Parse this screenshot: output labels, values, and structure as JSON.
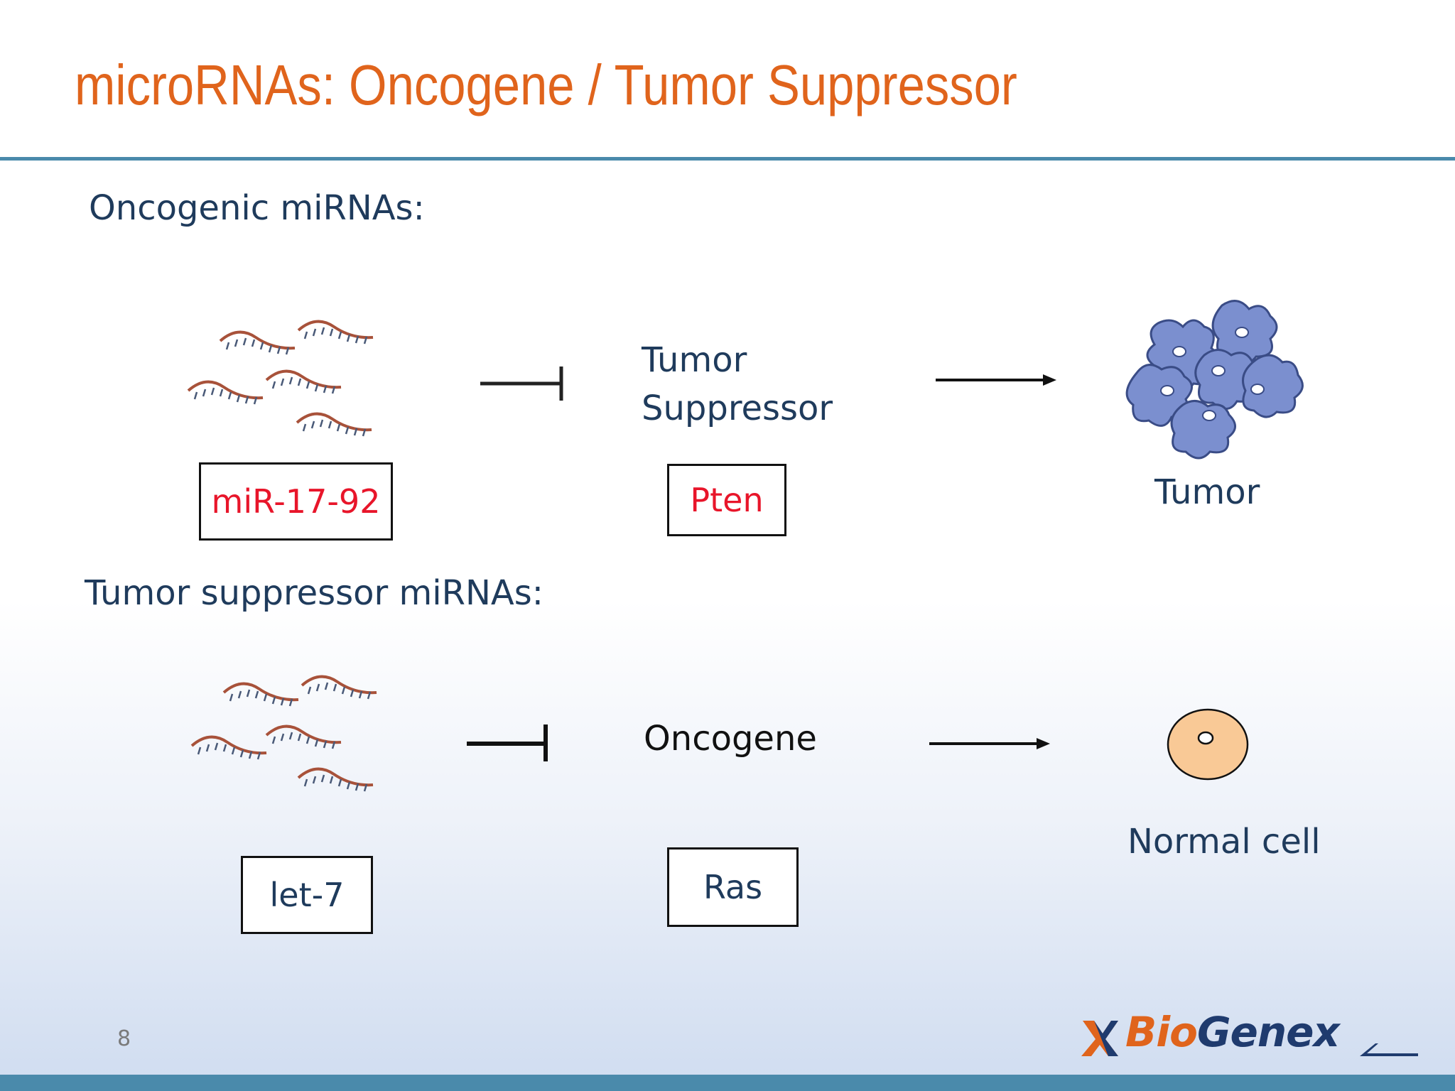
{
  "slide": {
    "title": "microRNAs: Oncogene / Tumor Suppressor",
    "page_number": "8"
  },
  "oncogenic": {
    "heading": "Oncogenic miRNAs:",
    "mirna_label": "miR-17-92",
    "target_label_line1": "Tumor",
    "target_label_line2": "Suppressor",
    "target_gene": "Pten",
    "outcome": "Tumor"
  },
  "suppressor": {
    "heading": "Tumor suppressor miRNAs:",
    "mirna_label": "let-7",
    "target_label": "Oncogene",
    "target_gene": "Ras",
    "outcome": "Normal cell"
  },
  "logo": {
    "part1": "Bio",
    "part2": "Genex"
  },
  "colors": {
    "title": "#e0641c",
    "rule": "#4a8aab",
    "text": "#1f3b5c",
    "gene_highlight": "#e8152a",
    "tumor_cell": "#7b8fcf",
    "normal_cell": "#f9c996"
  }
}
